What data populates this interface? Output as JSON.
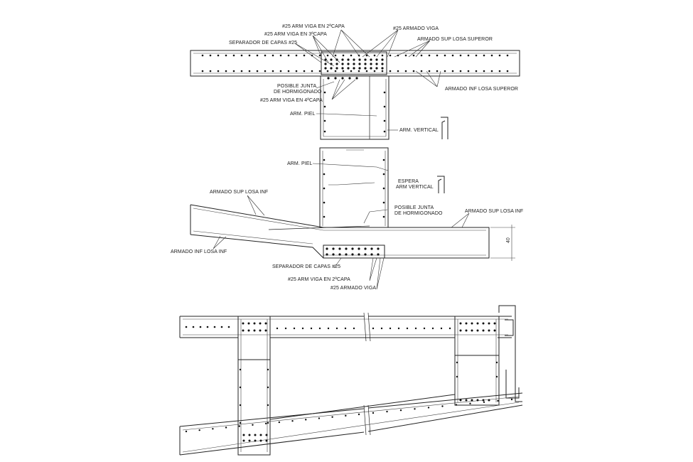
{
  "section_top": {
    "labels": {
      "arm_viga_2capa": "#25 ARM VIGA EN 2ªCAPA",
      "armado_viga": "#25 ARMADO VIGA",
      "arm_viga_3capa": "#25 ARM VIGA EN 3ªCAPA",
      "armado_sup_losa_superor": "ARMADO SUP LOSA SUPEROR",
      "separador_capas": "SEPARADOR DE CAPAS #25",
      "posible_junta_1": "POSIBLE JUNTA",
      "posible_junta_2": "DE HORMIGONADO",
      "armado_inf_losa_superor": "ARMADO INF LOSA SUPEROR",
      "arm_viga_4capa": "#25 ARM VIGA EN 4ªCAPA",
      "arm_piel": "ARM. PIEL",
      "arm_vertical": "ARM. VERTICAL"
    }
  },
  "section_middle": {
    "labels": {
      "arm_piel": "ARM. PIEL",
      "espera_1": "ESPERA",
      "espera_2": "ARM VERTICAL",
      "armado_sup_losa_inf_left": "ARMADO SUP LOSA INF",
      "posible_junta_1": "POSIBLE JUNTA",
      "posible_junta_2": "DE HORMIGONADO",
      "armado_sup_losa_inf_right": "ARMADO SUP LOSA INF",
      "armado_inf_losa_inf": "ARMADO INF LOSA INF",
      "dimension": "40",
      "separador_capas": "SEPARADOR DE CAPAS #25",
      "arm_viga_2capa": "#25 ARM VIGA EN 2ªCAPA",
      "armado_viga": "#25 ARMADO VIGA"
    }
  },
  "section_bottom": {
    "labels": {}
  }
}
